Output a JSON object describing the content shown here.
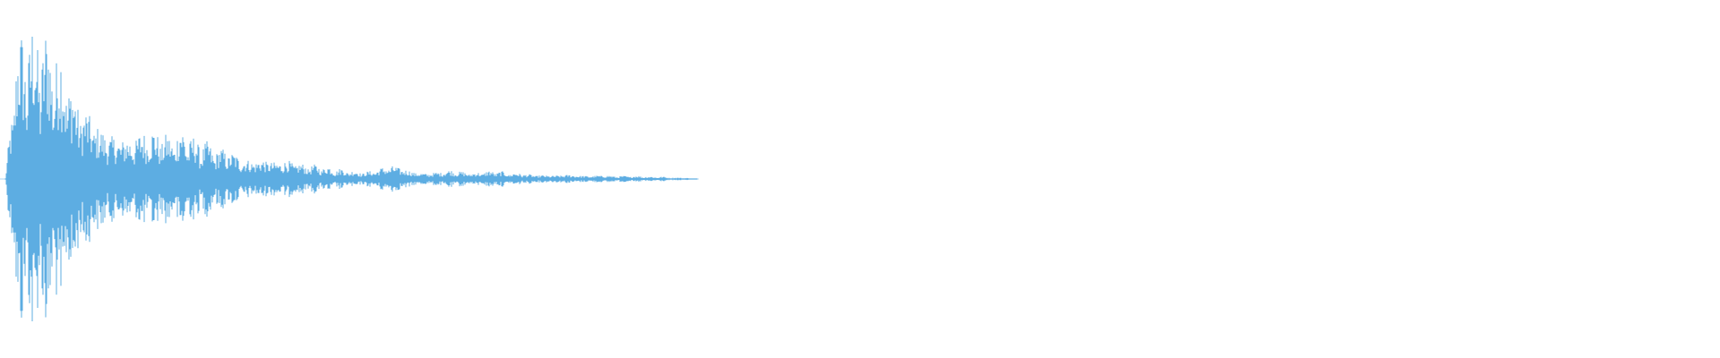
{
  "waveform": {
    "color": "#5dade2",
    "style": "mirrored-amplitude",
    "amplitude_envelope": [
      0.0,
      0.93,
      0.98,
      0.95,
      0.9,
      0.86,
      0.62,
      0.55,
      0.46,
      0.4,
      0.38,
      0.36,
      0.4,
      0.34,
      0.28,
      0.33,
      0.26,
      0.24,
      0.21,
      0.22,
      0.18,
      0.16,
      0.18,
      0.15,
      0.16,
      0.12,
      0.1,
      0.09,
      0.07,
      0.06,
      0.05,
      0.05,
      0.08,
      0.11,
      0.09,
      0.06,
      0.05,
      0.06,
      0.07,
      0.05,
      0.04,
      0.05,
      0.05,
      0.04,
      0.04,
      0.03,
      0.03,
      0.03,
      0.04,
      0.03,
      0.025,
      0.03,
      0.02,
      0.02,
      0.02,
      0.015,
      0.015,
      0.01,
      0.01,
      0.0
    ]
  }
}
